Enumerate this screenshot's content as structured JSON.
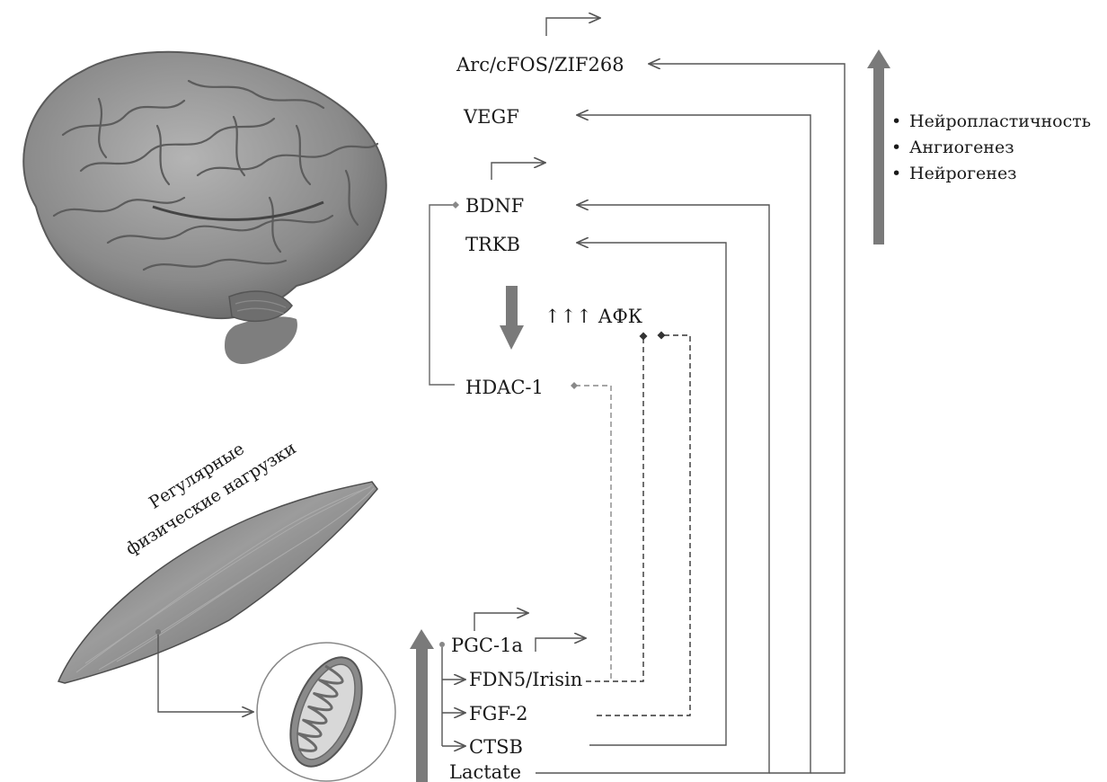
{
  "colors": {
    "line": "#555555",
    "dashed": "#333333",
    "arrow_fill": "#7a7a7a",
    "brain": "#8c8c8c",
    "muscle": "#777777"
  },
  "brain_targets": {
    "arc": "Arc/cFOS/ZIF268",
    "vegf": "VEGF",
    "bdnf": "BDNF",
    "trkb": "TRKB",
    "ros": "↑↑↑ АФК",
    "hdac": "HDAC-1"
  },
  "muscle_factors": {
    "pgc": "PGC-1a",
    "irisin": "FDN5/Irisin",
    "fgf": "FGF-2",
    "ctsb": "CTSB",
    "lactate": "Lactate"
  },
  "effects": [
    "Нейропластичность",
    "Ангиогенез",
    "Нейрогенез"
  ],
  "bullet": "•",
  "caption": {
    "line1": "Регулярные",
    "line2": "физические нагрузки"
  },
  "icons": [
    "brain-illustration",
    "muscle-illustration",
    "mitochondrion-icon"
  ]
}
